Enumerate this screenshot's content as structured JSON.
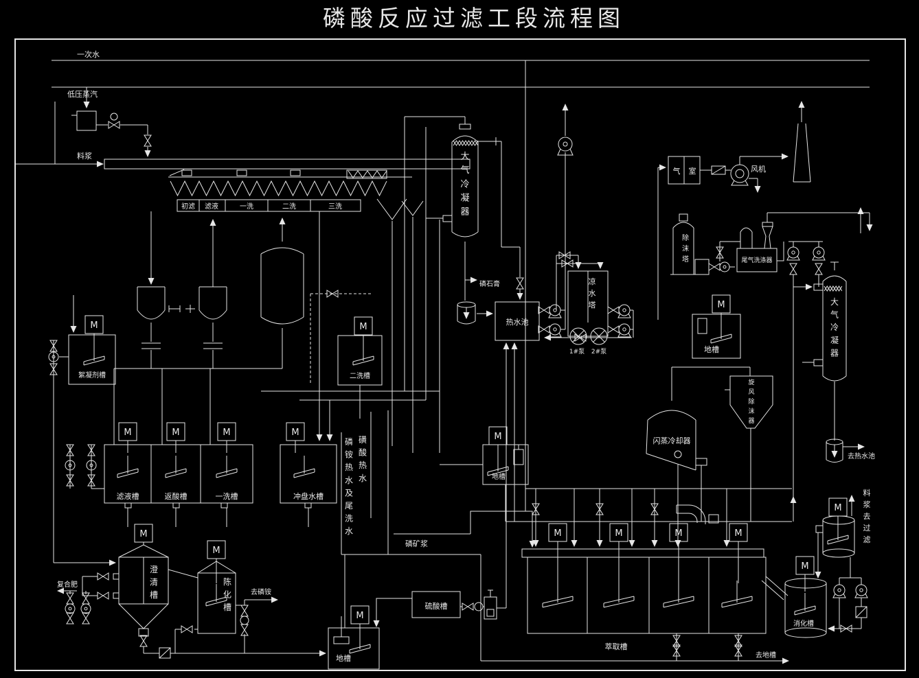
{
  "title": "磷酸反应过滤工段流程图",
  "motor": "M",
  "colors": {
    "background": "#000000",
    "line": "#e6e6e6"
  },
  "streams": {
    "primary_water": "一次水",
    "lp_steam": "低压蒸汽",
    "slurry": "料浆",
    "phosphogypsum": "磷石膏",
    "phosphate_ore_slurry": "磷矿浆",
    "compound_fertilizer": "复合肥",
    "to_ammonium_phosphate": "去磷铵",
    "to_ground_tank": "去地槽",
    "to_hot_water_pool": "去热水池",
    "slurry_to_filtration": "料浆去过滤",
    "ammonium_hot_water_tail_wash": "磷铵热水及尾洗水",
    "acid_hot_water": "磺酸热水"
  },
  "filter_sections": {
    "s1": "初滤",
    "s2": "滤液",
    "s3": "一洗",
    "s4": "二洗",
    "s5": "三洗"
  },
  "equipment": {
    "flocculant_tank": "絮凝剂槽",
    "second_wash_tank": "二洗槽",
    "atmospheric_condenser_1": "大气冷凝器",
    "hot_water_pool": "热水池",
    "cooling_tower": "凉水塔",
    "fan_1": "1#泵",
    "fan_2": "2#泵",
    "gas_chamber_left": "气",
    "gas_chamber_right": "室",
    "blower": "风机",
    "demister_tower": "除沫塔",
    "tail_gas_scrubber": "尾气洗涤器",
    "atmospheric_condenser_2": "大气冷凝器",
    "cyclone_demister": "旋风除沫器",
    "flash_cooler": "闪蒸冷却器",
    "ground_tank_upper": "地槽",
    "ground_tank_right": "地槽",
    "ground_tank_lower": "地槽",
    "filtrate_tank": "滤液槽",
    "acid_return_tank": "返酸槽",
    "first_wash_tank": "一洗槽",
    "pan_flush_water_tank": "冲盘水槽",
    "extraction_tank": "萃取槽",
    "sulfuric_acid_tank": "硫酸槽",
    "clarifier_tank": "澄清槽",
    "aging_tank": "陈化槽",
    "digestion_tank": "消化槽"
  }
}
